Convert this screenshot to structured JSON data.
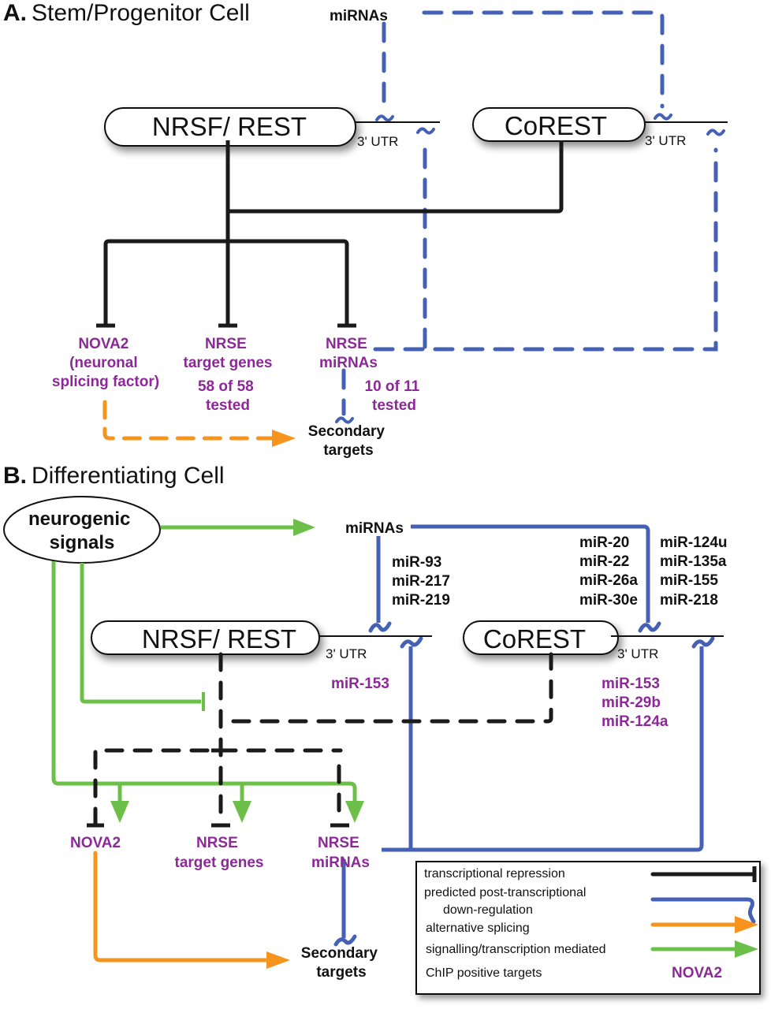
{
  "colors": {
    "repression": "#1a1a1a",
    "post_transcriptional": "#4561b5",
    "splicing": "#f7941d",
    "signalling": "#6cc04a",
    "chip_positive": "#8b2a96"
  },
  "panel_a": {
    "letter": "A.",
    "title": "Stem/Progenitor Cell",
    "mirnas_label": "miRNAs",
    "nrsf_label": "NRSF/ REST",
    "corest_label": "CoREST",
    "utr_label_1": "3' UTR",
    "utr_label_2": "3' UTR",
    "targets": {
      "nova2": [
        "NOVA2",
        "(neuronal",
        "splicing factor)"
      ],
      "target_genes": [
        "NRSE",
        "target genes"
      ],
      "target_genes_tested": [
        "58 of 58",
        "tested"
      ],
      "mirnas": [
        "NRSE",
        "miRNAs"
      ],
      "mirnas_tested": [
        "10 of 11",
        "tested"
      ]
    },
    "secondary": [
      "Secondary",
      "targets"
    ]
  },
  "panel_b": {
    "letter": "B.",
    "title": "Differentiating Cell",
    "neurogenic": [
      "neurogenic",
      "signals"
    ],
    "mirnas_label": "miRNAs",
    "nrsf_label": "NRSF/ REST",
    "corest_label": "CoREST",
    "utr_label_1": "3' UTR",
    "utr_label_2": "3' UTR",
    "nrsf_mirnas": [
      "miR-93",
      "miR-217",
      "miR-219"
    ],
    "corest_mirnas_left": [
      "miR-20",
      "miR-22",
      "miR-26a",
      "miR-30e"
    ],
    "corest_mirnas_right": [
      "miR-124u",
      "miR-135a",
      "miR-155",
      "miR-218"
    ],
    "nrsf_nrse_mirna": [
      "miR-153"
    ],
    "corest_nrse_mirnas": [
      "miR-153",
      "miR-29b",
      "miR-124a"
    ],
    "targets": {
      "nova2": [
        "NOVA2"
      ],
      "target_genes": [
        "NRSE",
        "target genes"
      ],
      "mirnas": [
        "NRSE",
        "miRNAs"
      ]
    },
    "secondary": [
      "Secondary",
      "targets"
    ]
  },
  "legend": {
    "items": [
      {
        "label": "transcriptional repression",
        "type": "repression"
      },
      {
        "label": "predicted post-transcriptional",
        "label2": "down-regulation",
        "type": "post_transcriptional"
      },
      {
        "label": "alternative splicing",
        "type": "splicing"
      },
      {
        "label": "signalling/transcription mediated",
        "type": "signalling"
      },
      {
        "label": "ChIP positive targets",
        "type": "chip",
        "sample": "NOVA2"
      }
    ]
  }
}
